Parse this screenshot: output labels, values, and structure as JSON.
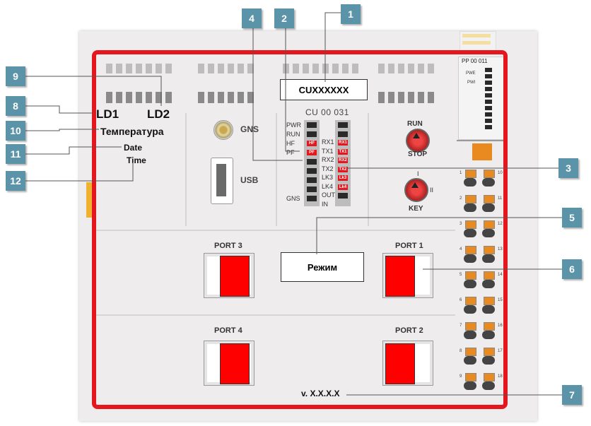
{
  "callouts": [
    "1",
    "2",
    "3",
    "4",
    "5",
    "6",
    "7",
    "8",
    "9",
    "10",
    "11",
    "12"
  ],
  "device": {
    "model_box": "CUXXXXXX",
    "model_label": "CU 00 031",
    "ld1": "LD1",
    "ld2": "LD2",
    "temperature": "Температура",
    "date": "Date",
    "time": "Time",
    "gns": "GNS",
    "usb": "USB",
    "run": "RUN",
    "stop": "STOP",
    "key": "KEY",
    "key_i": "I",
    "key_ii": "II",
    "mode_box": "Режим",
    "version": "v. X.X.X.X",
    "io_module": "PP 00 011",
    "pwe": "PWE",
    "pwi": "PWI",
    "left_leds": [
      "PWR",
      "RUN",
      "HF",
      "PF",
      "",
      "",
      "",
      "",
      "GNS"
    ],
    "hf_led": "HF",
    "pf_led": "PF",
    "right_leds": [
      "RX1",
      "TX1",
      "RX2",
      "TX2",
      "LK3",
      "LK4",
      "OUT",
      "IN"
    ],
    "right_led_marks": [
      "RX1",
      "TX1",
      "RX2",
      "TX2",
      "Lk3",
      "Lk4"
    ],
    "ports": {
      "port3": "PORT 3",
      "port1": "PORT 1",
      "port4": "PORT 4",
      "port2": "PORT 2"
    },
    "terminal_numbers_left": [
      "1",
      "2",
      "3",
      "4",
      "5",
      "6",
      "7",
      "8",
      "9"
    ],
    "terminal_numbers_right": [
      "10",
      "11",
      "12",
      "13",
      "14",
      "15",
      "16",
      "17",
      "18"
    ]
  },
  "colors": {
    "frame": "#e3171d",
    "callout": "#5b93a8",
    "jack": "#ff0000",
    "terminal": "#e88a20"
  }
}
